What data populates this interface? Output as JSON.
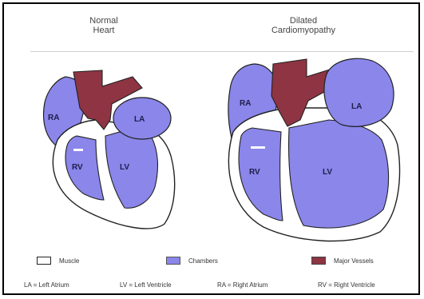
{
  "titles": {
    "normal": {
      "line1": "Normal",
      "line2": "Heart"
    },
    "dilated": {
      "line1": "Dilated",
      "line2": "Cardiomyopathy"
    }
  },
  "labels": {
    "normal": {
      "ra": "RA",
      "la": "LA",
      "rv": "RV",
      "lv": "LV"
    },
    "dilated": {
      "ra": "RA",
      "la": "LA",
      "rv": "RV",
      "lv": "LV"
    }
  },
  "legend": {
    "muscle": "Muscle",
    "chambers": "Chambers",
    "vessels": "Major Vessels"
  },
  "abbreviations": {
    "la": "LA = Left Atrium",
    "lv": "LV = Left Ventricle",
    "ra": "RA = Right Atrium",
    "rv": "RV = Right Ventricle"
  },
  "colors": {
    "muscle": "#ffffff",
    "chambers": "#8a86ea",
    "vessels": "#8e3443",
    "outline": "#222222"
  }
}
